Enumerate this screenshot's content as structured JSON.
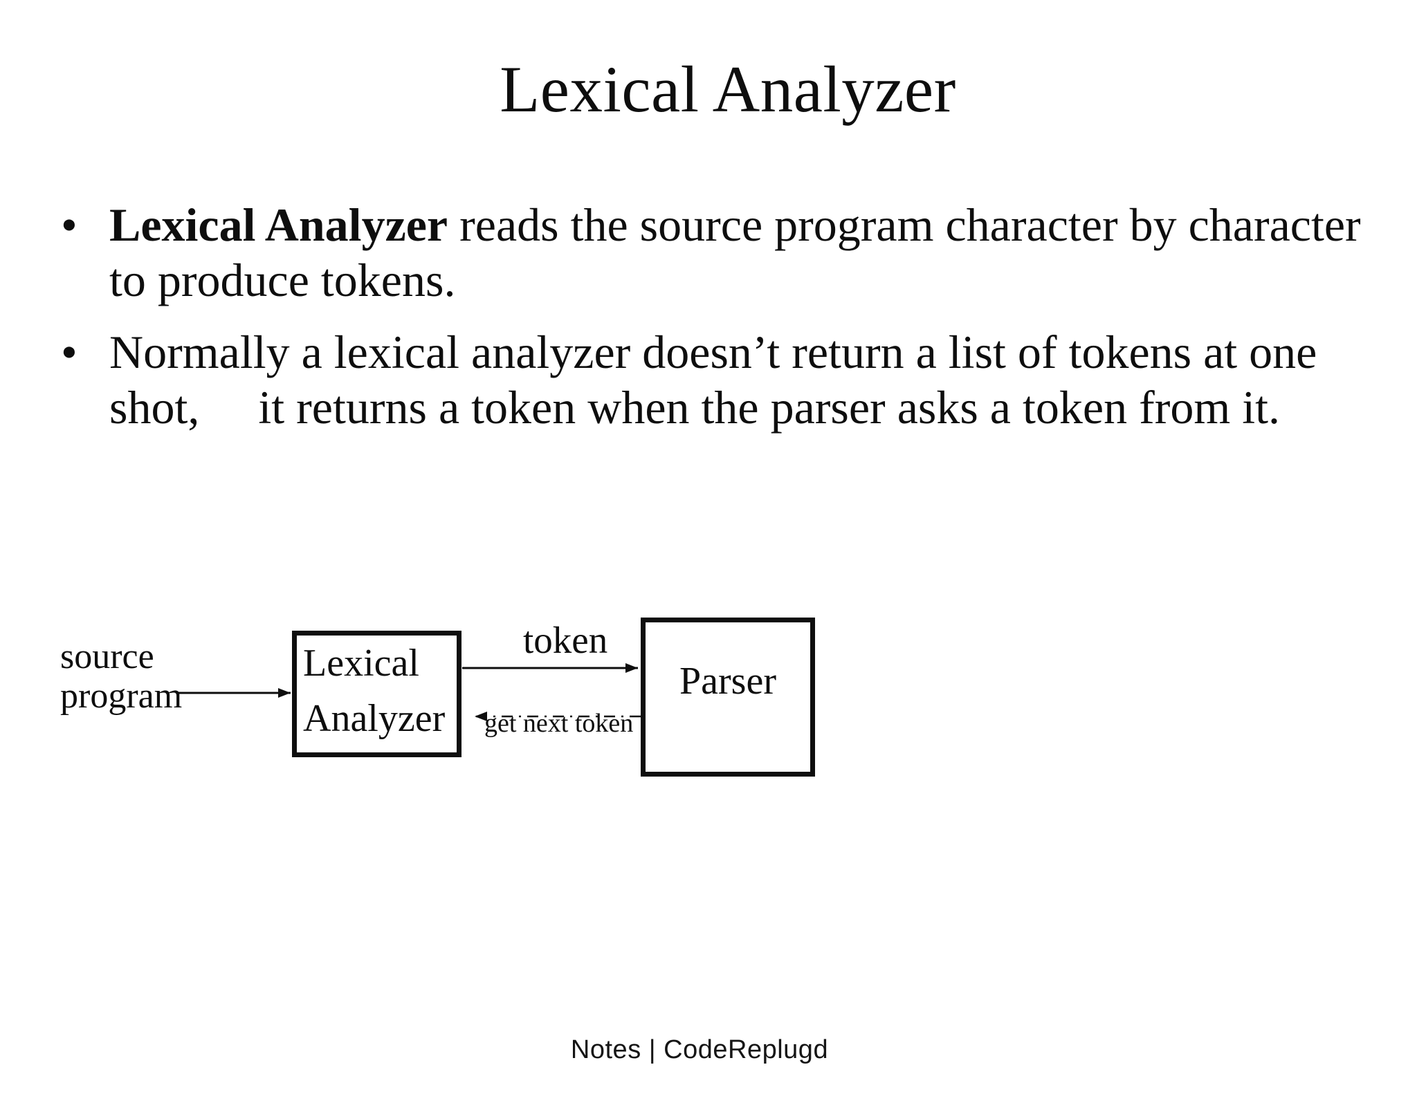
{
  "slide": {
    "title": "Lexical Analyzer",
    "bullets": [
      {
        "marker": "•",
        "bold": "Lexical Analyzer",
        "line1_rest": " reads the source program character by character",
        "line2": "to produce tokens."
      },
      {
        "marker": "•",
        "line1": "Normally a lexical analyzer doesn’t return a list of tokens at one",
        "line2": "shot,     it returns a token when the parser asks a token from it."
      }
    ],
    "diagram": {
      "source_line1": "source",
      "source_line2": "program",
      "lexical_line1": "Lexical",
      "lexical_line2": "Analyzer",
      "parser_label": "Parser",
      "token_label": "token",
      "get_next_token_label": "get next token"
    },
    "footer": "Notes | CodeReplugd",
    "colors": {
      "text": "#0e0e0e",
      "line": "#0e0e0e",
      "background": "#ffffff"
    }
  }
}
